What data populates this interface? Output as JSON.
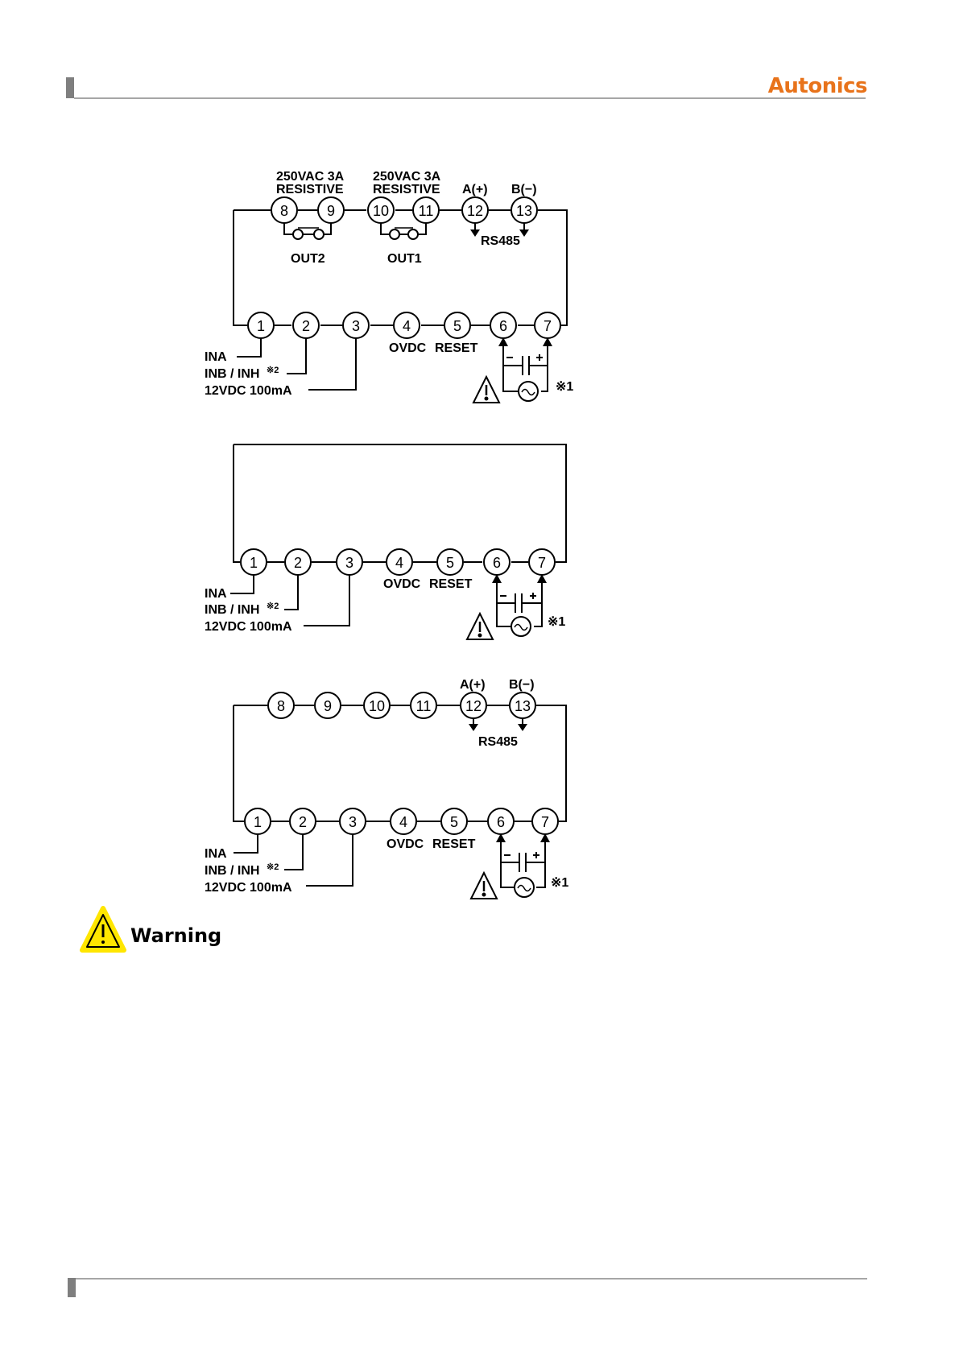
{
  "header": {
    "brand": "Autonics",
    "brand_color": "#e8731b"
  },
  "diagram_a": {
    "top_terminals": [
      "8",
      "9",
      "10",
      "11",
      "12",
      "13"
    ],
    "bottom_terminals": [
      "1",
      "2",
      "3",
      "4",
      "5",
      "6",
      "7"
    ],
    "relay_rating_out2": [
      "250VAC 3A",
      "RESISTIVE"
    ],
    "relay_rating_out1": [
      "250VAC 3A",
      "RESISTIVE"
    ],
    "out2_label": "OUT2",
    "out1_label": "OUT1",
    "rs485_a_label": "A(+)",
    "rs485_b_label": "B(−)",
    "rs485_label": "RS485",
    "input_labels": [
      "INA",
      "INB / INH",
      "12VDC 100mA"
    ],
    "inh_note": "※2",
    "bottom_mid_labels": [
      "OVDC",
      "RESET"
    ],
    "power_note": "※1"
  },
  "diagram_b": {
    "bottom_terminals": [
      "1",
      "2",
      "3",
      "4",
      "5",
      "6",
      "7"
    ],
    "input_labels": [
      "INA",
      "INB / INH",
      "12VDC 100mA"
    ],
    "inh_note": "※2",
    "bottom_mid_labels": [
      "OVDC",
      "RESET"
    ],
    "power_note": "※1"
  },
  "diagram_c": {
    "top_terminals": [
      "8",
      "9",
      "10",
      "11",
      "12",
      "13"
    ],
    "bottom_terminals": [
      "1",
      "2",
      "3",
      "4",
      "5",
      "6",
      "7"
    ],
    "rs485_a_label": "A(+)",
    "rs485_b_label": "B(−)",
    "rs485_label": "RS485",
    "input_labels": [
      "INA",
      "INB / INH",
      "12VDC 100mA"
    ],
    "inh_note": "※2",
    "bottom_mid_labels": [
      "OVDC",
      "RESET"
    ],
    "power_note": "※1"
  },
  "warning": {
    "title": "Warning",
    "icon": "warning-triangle-icon",
    "icon_color": "#ffe600"
  }
}
